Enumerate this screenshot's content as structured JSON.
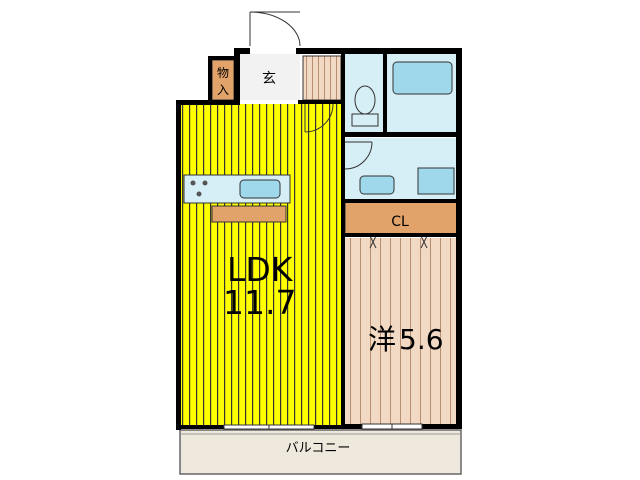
{
  "rooms": {
    "ldk": {
      "name": "LDK",
      "area": "11.7",
      "color": "#FFFF00"
    },
    "western": {
      "name": "洋",
      "area": "5.6",
      "color": "#F2D9C3"
    },
    "closet": {
      "label": "CL",
      "color": "#E2A36A"
    },
    "entrance": {
      "label": "玄"
    },
    "storage": {
      "label_top": "物",
      "label_bottom": "入",
      "color": "#E2A36A"
    },
    "balcony": {
      "label": "バルコニー",
      "color": "#EFE9DD"
    },
    "wet_area": {
      "color": "#D6EEF5"
    },
    "kitchen_counter": {
      "color": "#D6EEF5"
    }
  },
  "colors": {
    "wall": "#000000",
    "stripe": "#333333",
    "fixture": "#9FD8EA"
  }
}
